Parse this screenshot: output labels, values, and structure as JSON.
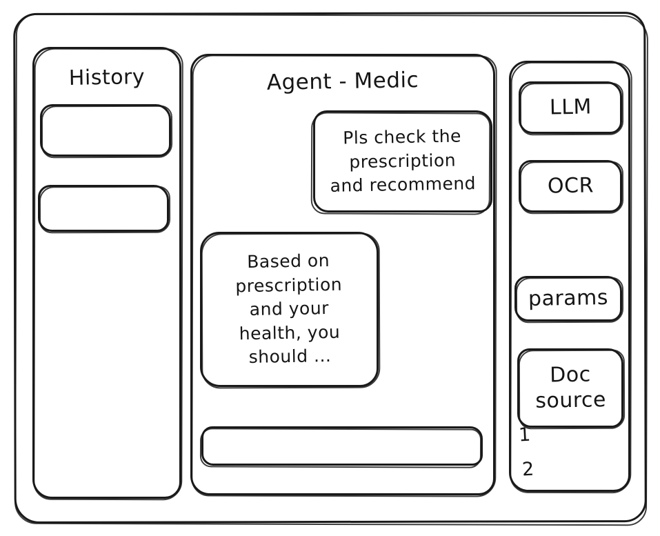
{
  "window": {
    "frame_label": "app-window"
  },
  "history": {
    "title": "History",
    "items": [
      {
        "label": ""
      },
      {
        "label": ""
      }
    ]
  },
  "chat": {
    "title": "Agent - Medic",
    "messages": [
      {
        "role": "user",
        "text": "Pls check the\nprescription\nand recommend"
      },
      {
        "role": "assistant",
        "text": "Based on\nprescription\nand your\nhealth, you\nshould ..."
      }
    ],
    "composer": {
      "value": "",
      "placeholder": ""
    }
  },
  "tools": {
    "buttons": [
      {
        "label": "LLM",
        "name": "llm"
      },
      {
        "label": "OCR",
        "name": "ocr"
      },
      {
        "label": "params",
        "name": "params"
      },
      {
        "label": "Doc\nsource",
        "name": "doc-source"
      }
    ],
    "doc_refs": [
      {
        "label": "1"
      },
      {
        "label": "2"
      }
    ]
  },
  "colors": {
    "stroke": "#1a1a1a",
    "text": "#151515",
    "background": "#ffffff"
  }
}
